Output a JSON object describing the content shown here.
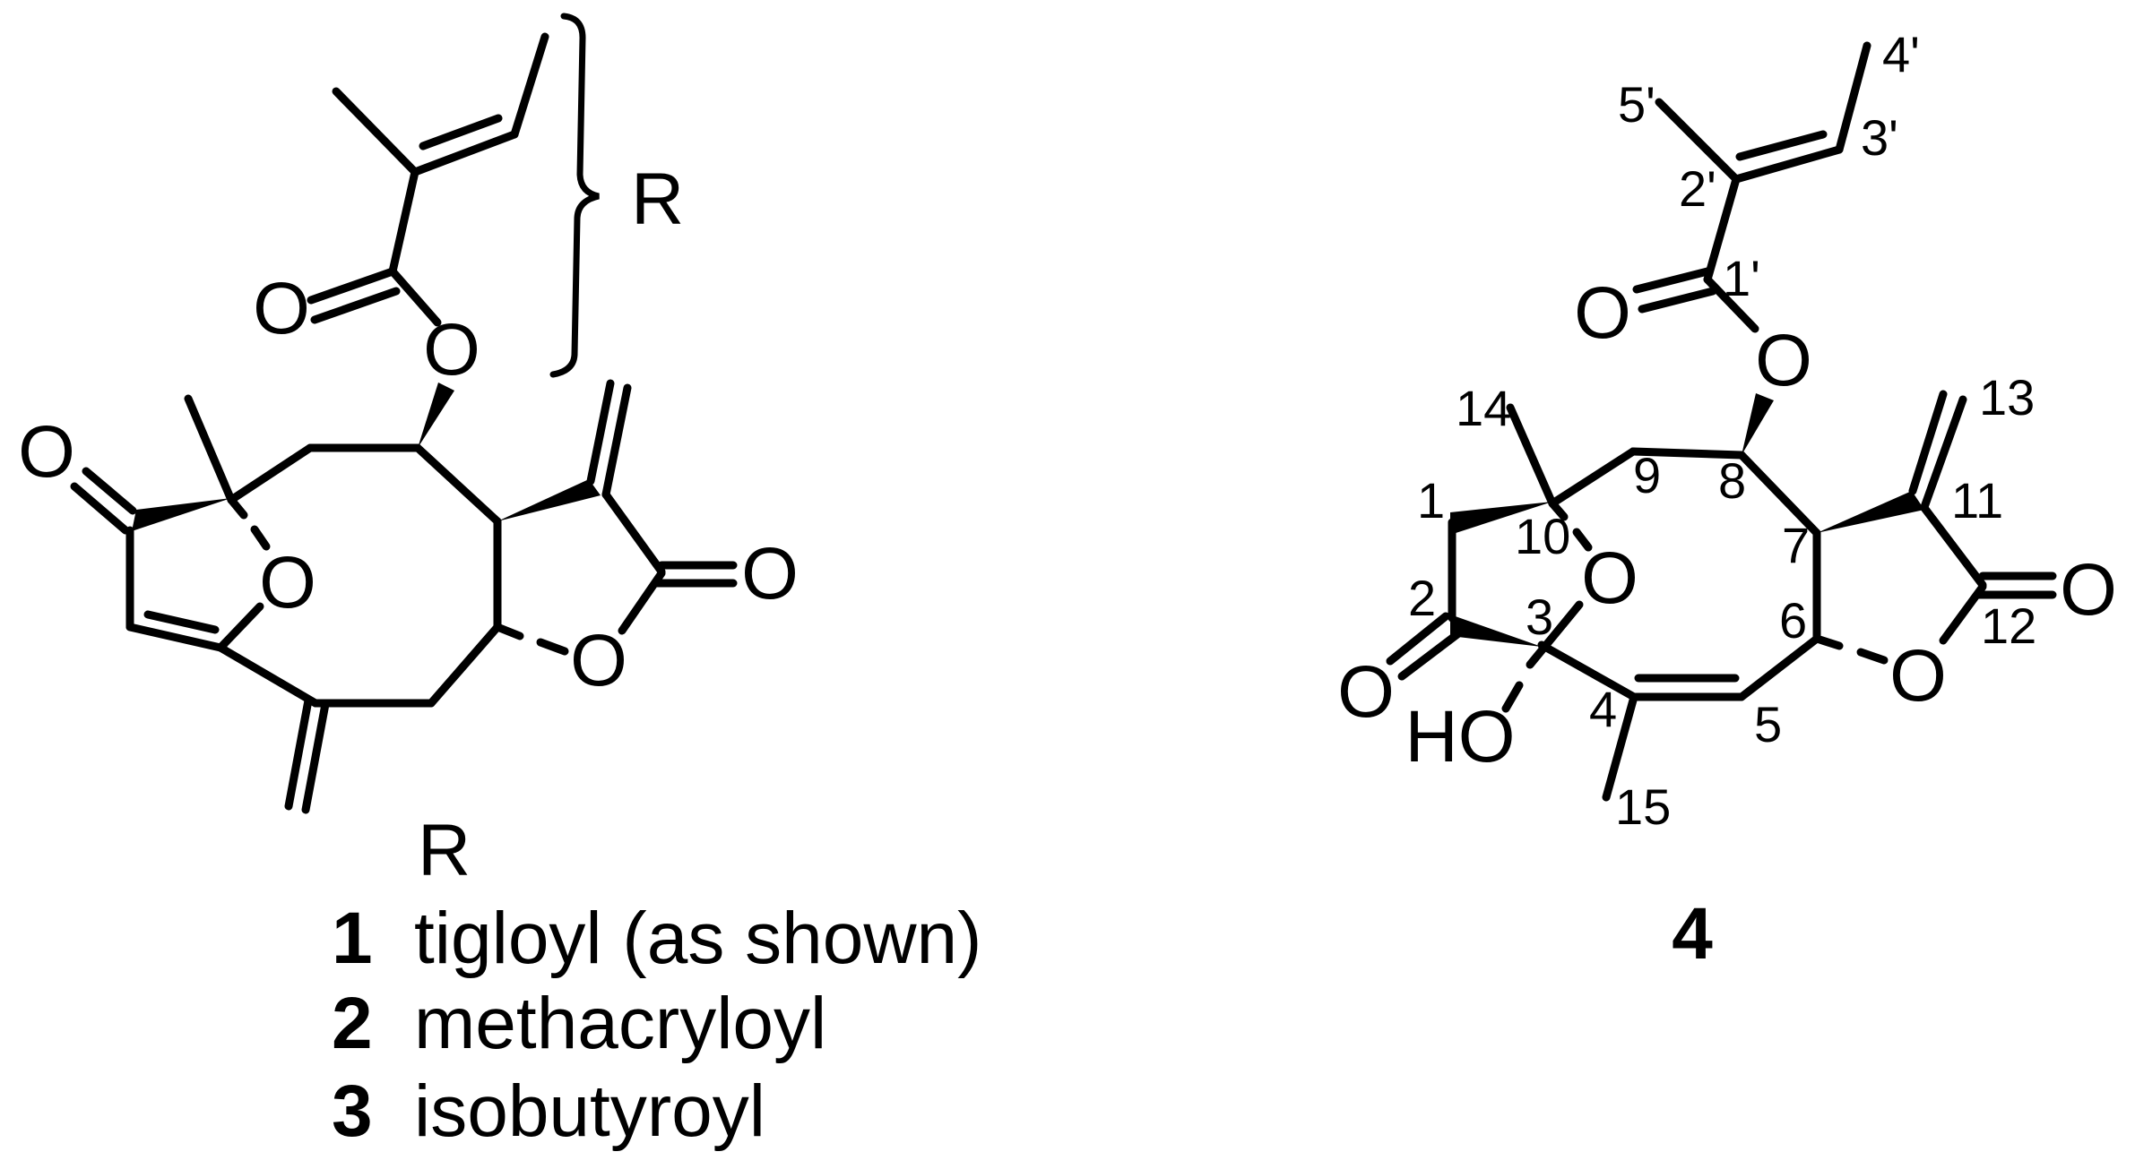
{
  "figure": {
    "background": "#ffffff",
    "ink": "#000000",
    "compounds": [
      {
        "id": "1-3",
        "substituent_label": "R",
        "legend_header": "R",
        "legend": [
          {
            "number": "1",
            "name": "tigloyl (as shown)"
          },
          {
            "number": "2",
            "name": "methacryloyl"
          },
          {
            "number": "3",
            "name": "isobutyroyl"
          }
        ]
      },
      {
        "id": "4",
        "label": "4",
        "hydroxyl_label": "HO",
        "atom_numbers": {
          "c1": "1",
          "c2": "2",
          "c3": "3",
          "c4": "4",
          "c5": "5",
          "c6": "6",
          "c7": "7",
          "c8": "8",
          "c9": "9",
          "c10": "10",
          "c11": "11",
          "c12": "12",
          "c13": "13",
          "c14": "14",
          "c15": "15",
          "c1p": "1'",
          "c2p": "2'",
          "c3p": "3'",
          "c4p": "4'",
          "c5p": "5'"
        }
      }
    ],
    "oxygen_label": "O"
  }
}
